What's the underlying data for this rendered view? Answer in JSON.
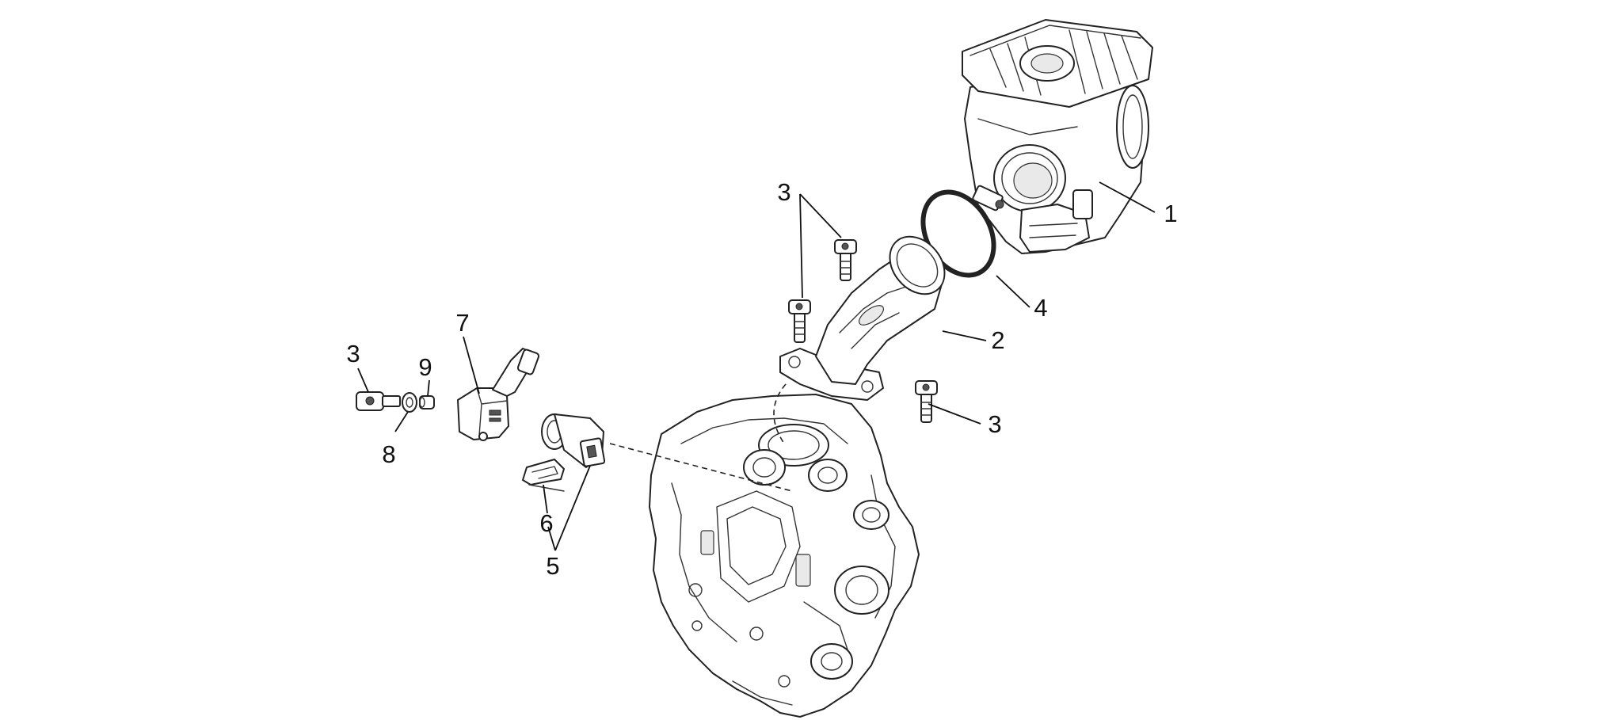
{
  "callouts": {
    "c1": "1",
    "c2": "2",
    "c3a": "3",
    "c3b": "3",
    "c3c": "3",
    "c4": "4",
    "c5": "5",
    "c6": "6",
    "c7": "7",
    "c8": "8",
    "c9": "9"
  },
  "colors": {
    "line": "#222222",
    "background": "#ffffff"
  }
}
